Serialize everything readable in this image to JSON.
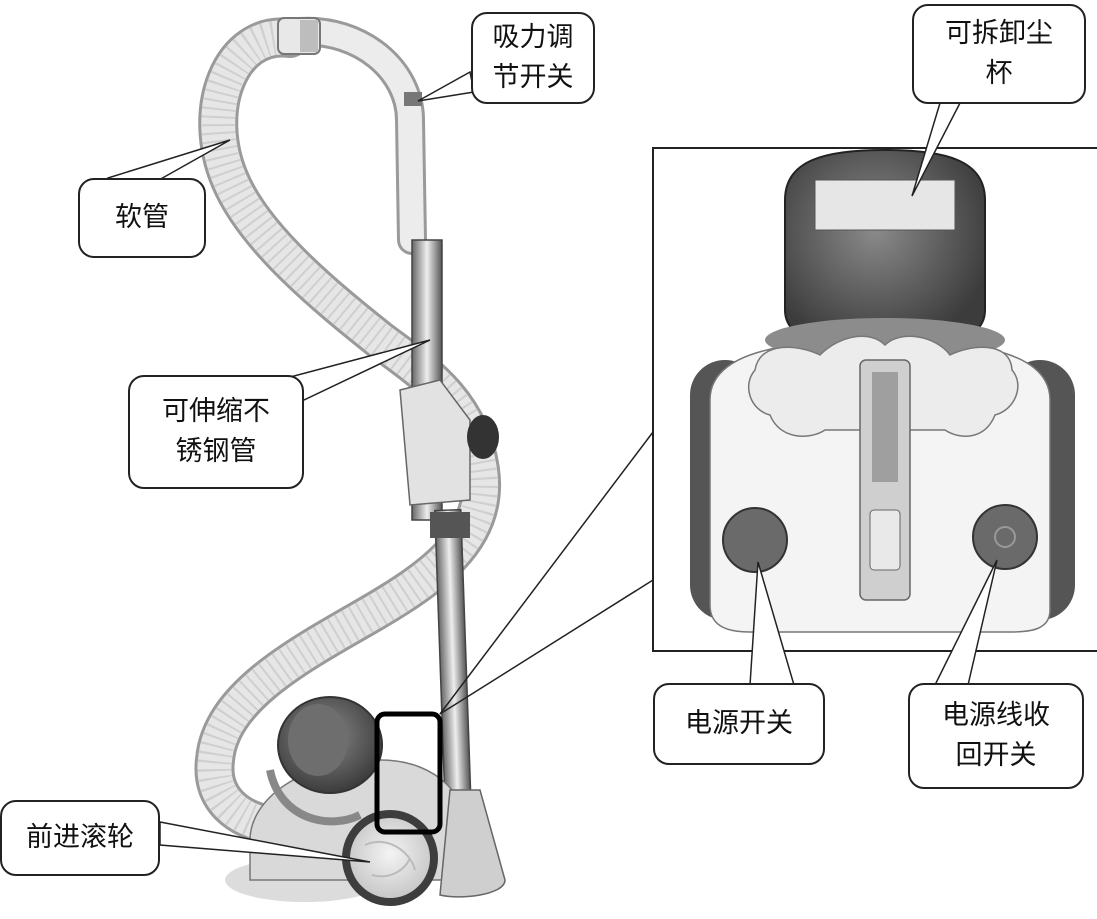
{
  "labels": {
    "suction_switch": "吸力调\n节开关",
    "hose": "软管",
    "telescopic_tube": "可伸缩不\n锈钢管",
    "front_wheel": "前进滚轮",
    "dust_cup": "可拆卸尘\n杯",
    "power_switch": "电源开关",
    "cord_rewind_switch": "电源线收\n回开关"
  }
}
